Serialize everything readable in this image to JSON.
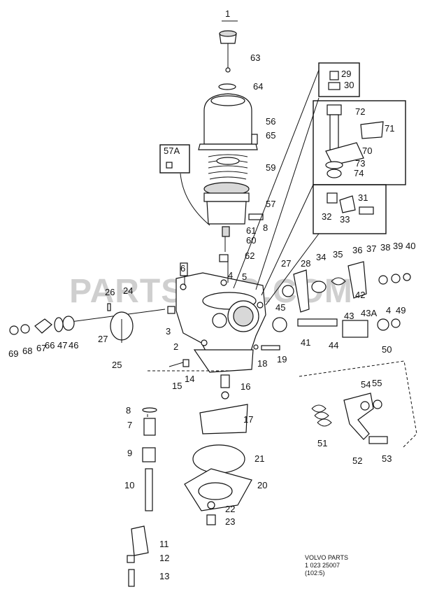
{
  "diagram": {
    "top_label": "1",
    "callouts": [
      "63",
      "64",
      "56",
      "65",
      "57A",
      "59",
      "57",
      "61",
      "8",
      "60",
      "62",
      "6",
      "5",
      "2",
      "3",
      "4",
      "18",
      "19",
      "41",
      "44",
      "43",
      "43A",
      "49",
      "50",
      "26",
      "24",
      "27",
      "25",
      "69",
      "68",
      "67",
      "66",
      "47",
      "46",
      "15",
      "14",
      "16",
      "17",
      "7",
      "9",
      "10",
      "11",
      "12",
      "13",
      "21",
      "20",
      "22",
      "23",
      "27",
      "28",
      "34",
      "35",
      "36",
      "37",
      "38",
      "39",
      "40",
      "42",
      "45",
      "29",
      "30",
      "72",
      "71",
      "70",
      "73",
      "74",
      "31",
      "32",
      "33",
      "51",
      "52",
      "53",
      "54",
      "55"
    ],
    "watermark": "PARTSOUQ.COM",
    "footer": {
      "line1": "VOLVO PARTS",
      "line2": "1 023 25007",
      "line3": "(102:5)"
    }
  }
}
